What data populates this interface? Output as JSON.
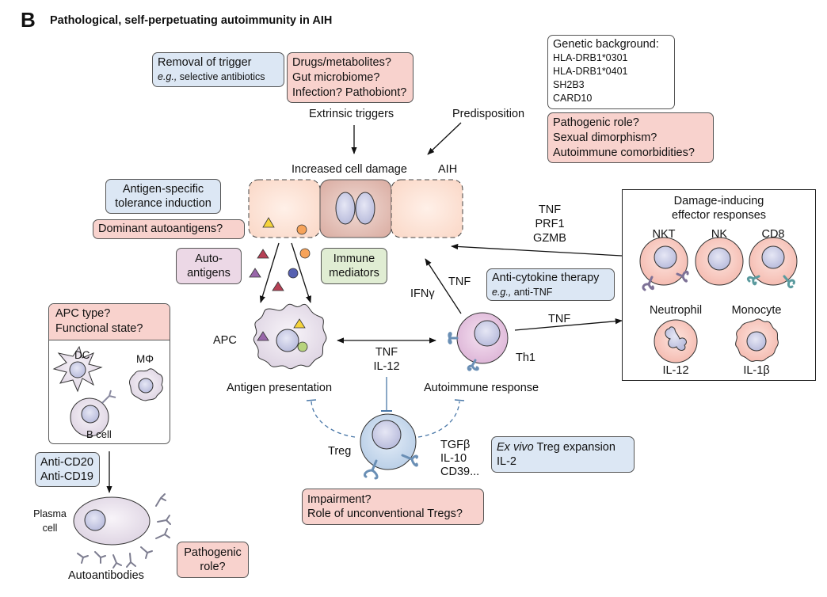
{
  "panel": {
    "letter": "B",
    "title": "Pathological, self-perpetuating autoimmunity in AIH"
  },
  "top": {
    "removal_box": {
      "line1": "Removal of trigger",
      "line2_italic": "e.g.,",
      "line2_rest": " selective antibiotics"
    },
    "trigger_questions": [
      "Drugs/metabolites?",
      "Gut microbiome?",
      "Infection? Pathobiont?"
    ],
    "extrinsic_label": "Extrinsic triggers",
    "predisposition_label": "Predisposition",
    "genetic_box": {
      "heading": "Genetic background:",
      "genes": [
        "HLA-DRB1*0301",
        "HLA-DRB1*0401",
        "SH2B3",
        "CARD10"
      ]
    },
    "predisposition_questions": [
      "Pathogenic role?",
      "Sexual dimorphism?",
      "Autoimmune comorbidities?"
    ]
  },
  "liver": {
    "damage_label": "Increased cell damage",
    "aih_label": "AIH",
    "tolerance_box": [
      "Antigen-specific",
      "tolerance induction"
    ],
    "autoantigens_question": "Dominant autoantigens?",
    "autoantigens_box": [
      "Auto-",
      "antigens"
    ],
    "mediators_box": [
      "Immune",
      "mediators"
    ]
  },
  "effector": {
    "cytokines_to_liver": [
      "TNF",
      "PRF1",
      "GZMB"
    ],
    "box_title": [
      "Damage-inducing",
      "effector responses"
    ],
    "cells_row1": [
      "NKT",
      "NK",
      "CD8"
    ],
    "cells_row2": [
      "Neutrophil",
      "Monocyte"
    ],
    "row2_cytokines": [
      "IL-12",
      "IL-1β"
    ]
  },
  "th1": {
    "tnf_up": "TNF",
    "ifng": "IFNγ",
    "therapy_box": {
      "line1": "Anti-cytokine therapy",
      "line2_italic": "e.g.,",
      "line2_rest": " anti-TNF"
    },
    "tnf_right": "TNF",
    "cell_label": "Th1",
    "response_label": "Autoimmune response"
  },
  "apc": {
    "label": "APC",
    "presentation_label": "Antigen presentation",
    "exchange_cytokines": [
      "TNF",
      "IL-12"
    ],
    "types_box": {
      "questions": [
        "APC type?",
        "Functional state?"
      ],
      "dc": "DC",
      "macrophage": "MΦ",
      "bcell": "B cell"
    }
  },
  "bcell": {
    "therapy": [
      "Anti-CD20",
      "Anti-CD19"
    ],
    "plasma_label": [
      "Plasma",
      "cell"
    ],
    "autoantibodies_label": "Autoantibodies",
    "pathogenic_box": [
      "Pathogenic",
      "role?"
    ]
  },
  "treg": {
    "label": "Treg",
    "mediators": [
      "TGFβ",
      "IL-10",
      "CD39..."
    ],
    "expansion_box": {
      "line1_italic": "Ex vivo",
      "line1_rest": " Treg expansion",
      "line2": "IL-2"
    },
    "questions": [
      "Impairment?",
      "Role of unconventional Tregs?"
    ]
  },
  "colors": {
    "therapy_blue": "#dce7f4",
    "question_red": "#f8d2cd",
    "antigen_pink": "#ecd8e6",
    "mediator_green": "#e0edd3",
    "hepatocyte": "#fce4d8",
    "damaged_hepatocyte": "#e5c0b8",
    "nucleus": "#c9cbe6",
    "effector_cell": "#f8d0c8",
    "th1_cell": "#e8c8e4",
    "treg_cell": "#c9daee",
    "apc_cell": "#eee6f0",
    "inhibit_line": "#4a78a8"
  }
}
